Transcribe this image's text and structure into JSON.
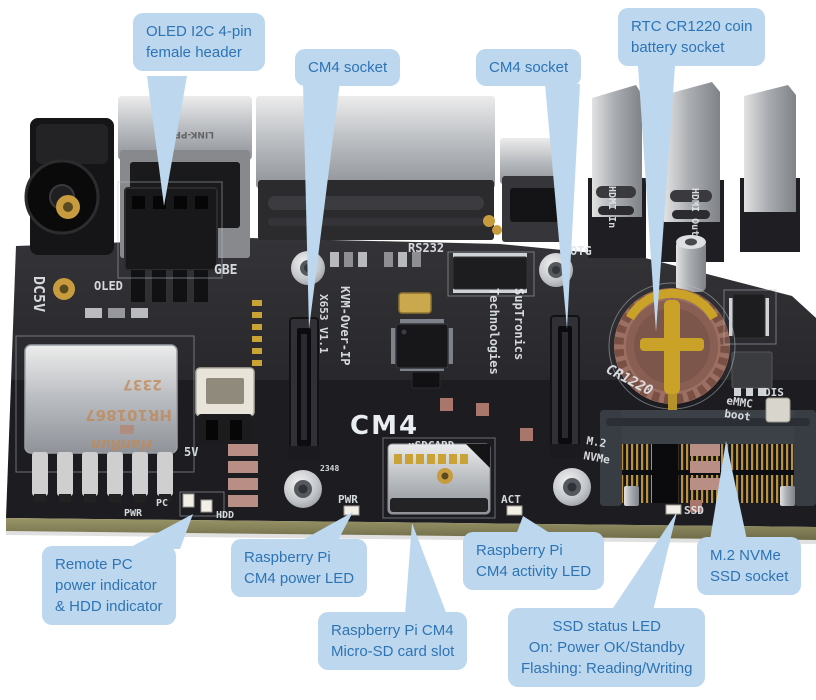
{
  "figure": {
    "type": "annotated-hardware-photo",
    "subject": "KVM-Over-IP X653 V1.1 CM4 carrier board",
    "colors": {
      "background": "#ffffff",
      "callout_fill": "#bcd7ee",
      "callout_text": "#2e74b5",
      "pcb": "#1d1c20",
      "board_edge": "#8c8963"
    }
  },
  "callouts": [
    {
      "id": "oled-header",
      "lines": [
        "OLED I2C 4-pin",
        "female header"
      ]
    },
    {
      "id": "cm4-socket-left",
      "lines": [
        "CM4 socket"
      ]
    },
    {
      "id": "cm4-socket-right",
      "lines": [
        "CM4 socket"
      ]
    },
    {
      "id": "rtc-battery",
      "lines": [
        "RTC CR1220 coin",
        "battery socket"
      ]
    },
    {
      "id": "remote-pc-indicator",
      "lines": [
        "Remote PC",
        "power indicator",
        "& HDD indicator"
      ]
    },
    {
      "id": "cm4-power-led",
      "lines": [
        "Raspberry Pi",
        "CM4 power LED"
      ]
    },
    {
      "id": "microsd-slot",
      "lines": [
        "Raspberry Pi CM4",
        "Micro-SD card slot"
      ]
    },
    {
      "id": "cm4-activity-led",
      "lines": [
        "Raspberry Pi",
        "CM4 activity LED"
      ]
    },
    {
      "id": "ssd-status-led",
      "lines": [
        "SSD status LED",
        "On: Power OK/Standby",
        "Flashing: Reading/Writing"
      ]
    },
    {
      "id": "m2-ssd-socket",
      "lines": [
        "M.2 NVMe",
        "SSD socket"
      ]
    }
  ],
  "board": {
    "silkscreen": {
      "dc5v": "DC5V",
      "oled": "OLED",
      "gbe": "GBE",
      "rs232": "RS232",
      "otg": "OTG",
      "hdmi_in": "HDMI In",
      "hdmi_out": "HDMI Out",
      "kvm": "KVM-Over-IP",
      "model": "X653 V1.1",
      "brand1": "SupTronics",
      "brand2": "Technologies",
      "cm4": "CM4",
      "usdcard": "uSDCARD",
      "cr1220": "CR1220",
      "emmc": "eMMC",
      "boot": "boot",
      "dis": "DIS",
      "m2": "M.2",
      "nvme": "NVMe",
      "pwr_left": "PWR",
      "pc": "PC",
      "hdd": "HDD",
      "v5": "5V",
      "pwr_mid": "PWR",
      "act": "ACT",
      "ssd": "SSD",
      "date_code": "2348"
    },
    "markings": {
      "transformer_date": "2337",
      "transformer_part": "HR101867",
      "transformer_brand": "HanRun",
      "ethernet_jack_brand": "LINK-PP"
    }
  }
}
